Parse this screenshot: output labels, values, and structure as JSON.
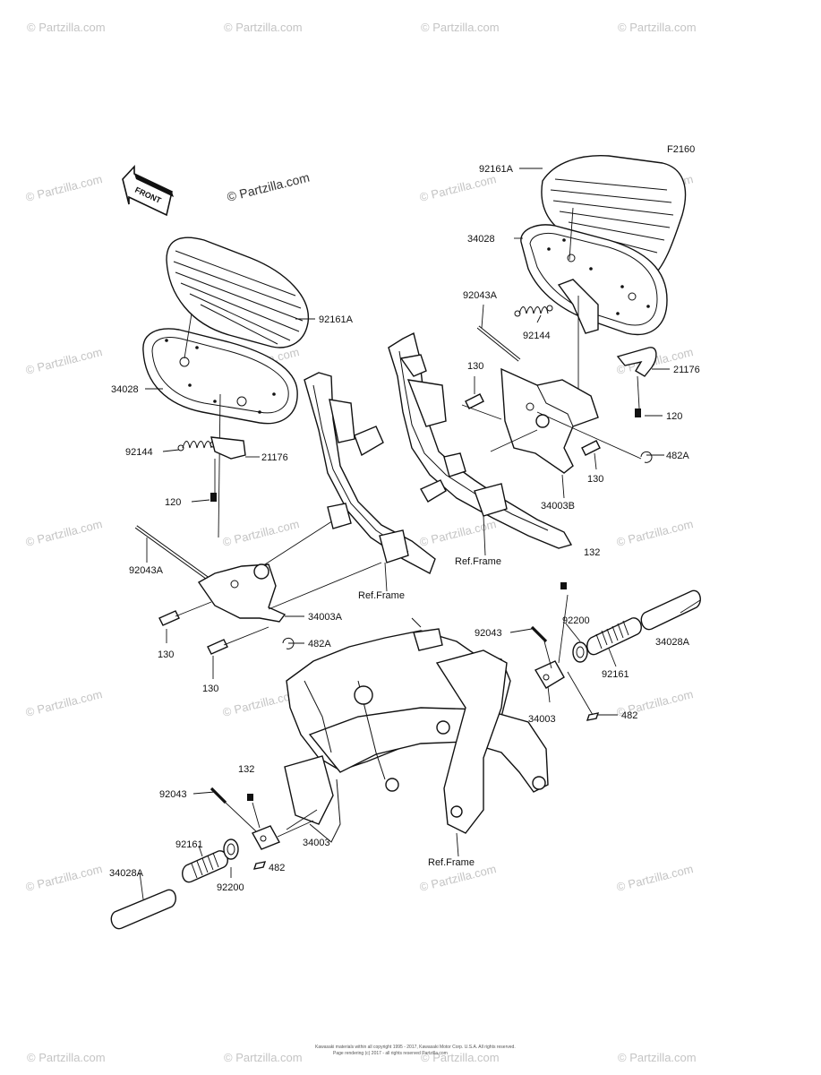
{
  "diagram_code": "F2160",
  "front_label": "FRONT",
  "watermark": "© Partzilla.com",
  "labels": {
    "tr_92161A": "92161A",
    "tr_34028": "34028",
    "tr_92043A": "92043A",
    "tr_92144": "92144",
    "tr_130a": "130",
    "tr_21176": "21176",
    "tr_120": "120",
    "tr_482A": "482A",
    "tr_130b": "130",
    "tr_34003B": "34003B",
    "tr_ref_frame": "Ref.Frame",
    "l_92161A": "92161A",
    "l_34028": "34028",
    "l_92144": "92144",
    "l_21176": "21176",
    "l_120": "120",
    "l_92043A": "92043A",
    "l_34003A": "34003A",
    "l_130a": "130",
    "l_482A": "482A",
    "l_130b": "130",
    "l_ref_frame": "Ref.Frame",
    "r_132": "132",
    "r_92043": "92043",
    "r_92200": "92200",
    "r_34028A": "34028A",
    "r_92161": "92161",
    "r_34003": "34003",
    "r_482": "482",
    "b_132": "132",
    "b_92043": "92043",
    "b_34003": "34003",
    "b_92161": "92161",
    "b_482": "482",
    "b_34028A": "34028A",
    "b_92200": "92200",
    "b_ref_frame": "Ref.Frame"
  },
  "footer": {
    "line1": "Kawasaki materials within all copyright 1995 - 2017, Kawasaki Motor Corp. U.S.A. All rights reserved.",
    "line2": "Page rendering (c) 2017 - all rights reserved Partzilla.com"
  }
}
